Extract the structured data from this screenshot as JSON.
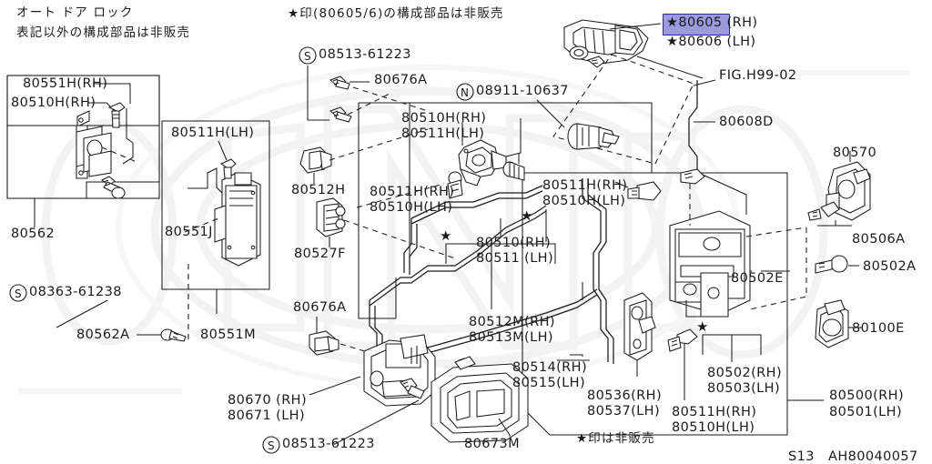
{
  "sheet": {
    "diagram_code": "S13",
    "drawing_number": "AH80040057",
    "selected_part": "80605",
    "selection_color": "#9a9ade",
    "selection_border": "#2a2a8f"
  },
  "notes": {
    "title_jp": "オート ドア ロック",
    "subtitle_jp": "表記以外の構成部品は非販売",
    "star_note_top": "★印(80605/6)の構成部品は非販売",
    "star_note_bottom": "★印は非販売"
  },
  "labels": {
    "box_left": {
      "l1": "80551H(RH)",
      "l2": "80510H(RH)",
      "caption": "80562"
    },
    "box_mid": {
      "l1": "80511H(LH)",
      "l2": "80551J",
      "caption": "80551M"
    },
    "screw_08363": "08363-61238",
    "screw_08363_prefix": "S",
    "part_80562A": "80562A",
    "screw_08513_top": "08513-61223",
    "screw_08513_top_prefix": "S",
    "part_80676A_top": "80676A",
    "nut_08911": "08911-10637",
    "nut_08911_prefix": "N",
    "handle_rh": "★80605 (RH)",
    "handle_rh_star": "★",
    "handle_rh_num": "80605",
    "handle_rh_side": " (RH)",
    "handle_lh": "★80606 (LH)",
    "fig_ref": "FIG.H99-02",
    "part_80608D": "80608D",
    "part_80570": "80570",
    "part_80506A": "80506A",
    "part_80502A": "80502A",
    "part_80100E": "80100E",
    "group_80500": "80500(RH)",
    "group_80501": "80501(LH)",
    "part_80512H": "80512H",
    "part_80527F": "80527F",
    "part_80676A_bot": "80676A",
    "inner_a1": "80510H(RH)",
    "inner_a2": "80511H(LH)",
    "inner_b1": "80511H(RH)",
    "inner_b2": "80510H(LH)",
    "inner_c1": "80511H(RH)",
    "inner_c2": "80510H(LH)",
    "rod_80510": "80510(RH)",
    "rod_80511": "80511 (LH)",
    "rod_80512M": "80512M(RH)",
    "rod_80513M": "80513M(LH)",
    "rod_80514": "80514(RH)",
    "rod_80515": "80515(LH)",
    "part_80536": "80536(RH)",
    "part_80537": "80537(LH)",
    "part_80502": "80502(RH)",
    "part_80503": "80503(LH)",
    "inner_d1": "80511H(RH)",
    "inner_d2": "80510H(LH)",
    "part_80502E": "80502E",
    "handle_80670": "80670 (RH)",
    "handle_80671": "80671 (LH)",
    "screw_08513_bot": "08513-61223",
    "screw_08513_bot_prefix": "S",
    "part_80673M": "80673M"
  }
}
